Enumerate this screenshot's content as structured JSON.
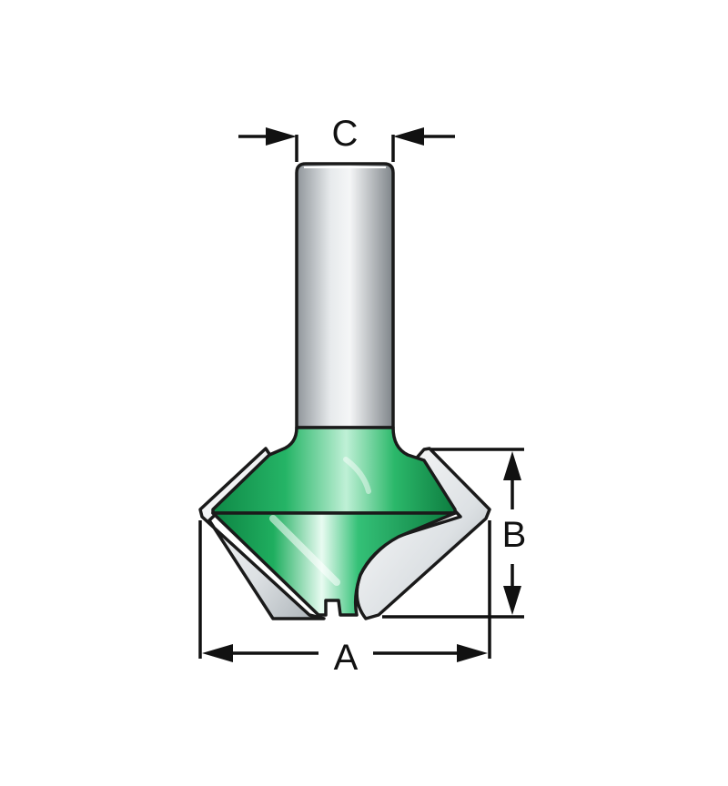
{
  "diagram": {
    "labels": {
      "a": "A",
      "b": "B",
      "c": "C"
    },
    "colors": {
      "cutter": "#1aa35a",
      "shank": "#c7cccf",
      "carbide": "#e9ecee",
      "outline": "#1a1a1a"
    }
  }
}
